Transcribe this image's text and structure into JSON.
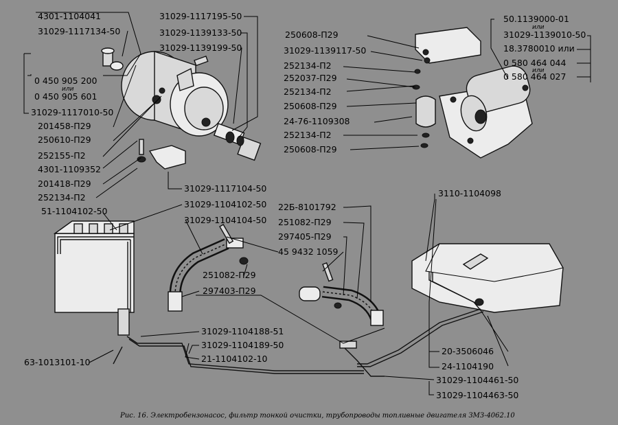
{
  "labels": {
    "l01": "4301-1104041",
    "l02": "31029-1117134-50",
    "l03": "0 450 905 200",
    "l04": "или",
    "l05": "0 450 905 601",
    "l06": "31029-1117010-50",
    "l07": "201458-П29",
    "l08": "250610-П29",
    "l09": "252155-П2",
    "l10": "4301-1109352",
    "l11": "201418-П29",
    "l12": "252134-П2",
    "l13": "31029-1117195-50",
    "l14": "31029-1139133-50",
    "l15": "31029-1139199-50",
    "l16": "31029-1117104-50",
    "l17": "250608-П29",
    "l18": "31029-1139117-50",
    "l19": "252134-П2",
    "l20": "252037-П29",
    "l21": "252134-П2",
    "l22": "250608-П29",
    "l23": "24-76-1109308",
    "l24": "252134-П2",
    "l25": "250608-П29",
    "l26": "50.1139000-01",
    "l27": "или",
    "l28": "31029-1139010-50",
    "l29": "18.3780010 или",
    "l30": "0 580 464 044",
    "l31": "или",
    "l32": "0 580 464 027",
    "l33": "51-1104102-50",
    "l34": "31029-1104102-50",
    "l35": "31029-1104104-50",
    "l36": "22Б-8101792",
    "l37": "251082-П29",
    "l38": "297405-П29",
    "l39": "45 9432 1059",
    "l40": "251082-П29",
    "l41": "297403-П29",
    "l42": "3110-1104098",
    "l43": "31029-1104188-51",
    "l44": "31029-1104189-50",
    "l45": "21-1104102-10",
    "l46": "63-1013101-10",
    "l47": "20-3506046",
    "l48": "24-1104190",
    "l49": "31029-1104461-50",
    "l50": "31029-1104463-50"
  },
  "caption": "Рис. 16. Электробензонасос, фильтр тонкой очистки, трубопроводы топливные двигателя ЗМЗ-4062.10"
}
